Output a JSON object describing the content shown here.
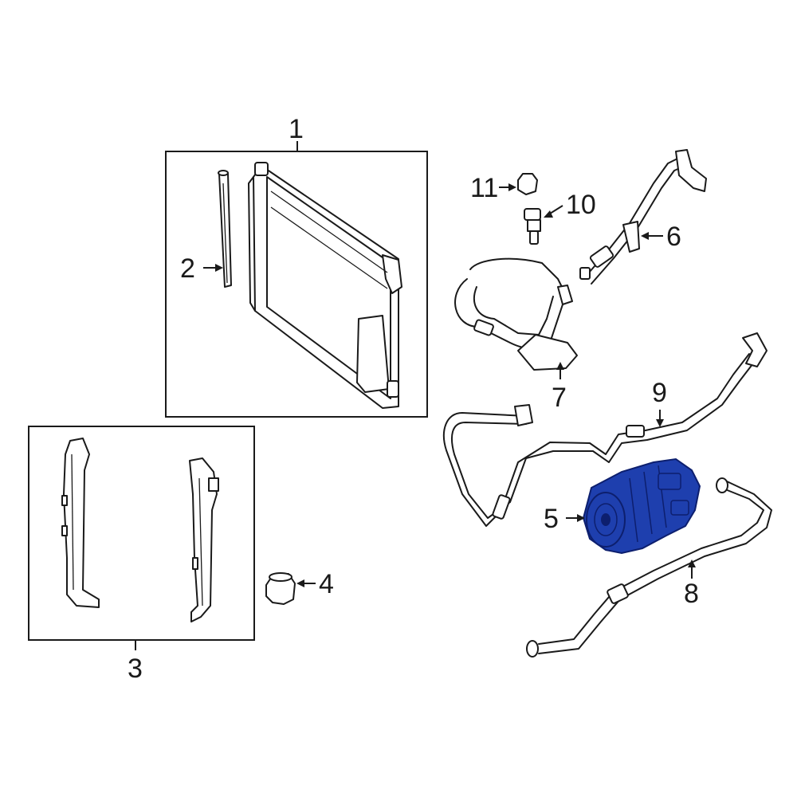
{
  "callouts": {
    "c1": "1",
    "c2": "2",
    "c3": "3",
    "c4": "4",
    "c5": "5",
    "c6": "6",
    "c7": "7",
    "c8": "8",
    "c9": "9",
    "c10": "10",
    "c11": "11"
  },
  "colors": {
    "highlight": "#1e3fae",
    "highlight_dark": "#0d1f6e",
    "line": "#1a1a1a",
    "background": "#ffffff"
  }
}
